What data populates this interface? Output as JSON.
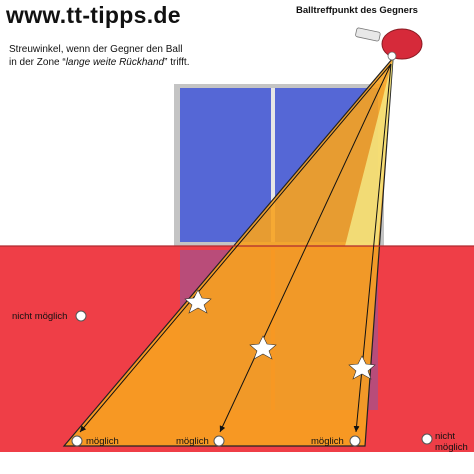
{
  "header": {
    "site": "www.tt-tipps.de",
    "description_line1": "Streuwinkel, wenn der Gegner den Ball",
    "description_line2_pre": "in der Zone “",
    "description_line2_em": "lange weite Rückhand",
    "description_line2_post": "” trifft."
  },
  "hit_point_label": "Balltreffpunkt des Gegners",
  "labels": {
    "left_not_possible": "nicht möglich",
    "possible_1": "möglich",
    "possible_2": "möglich",
    "possible_3": "möglich",
    "right_not_possible_line1": "nicht",
    "right_not_possible_line2": "möglich"
  },
  "colors": {
    "court": "#ef3e47",
    "scatter_zone": "#f7a21f",
    "far_table": "#5567d6",
    "narrow_cone": "#f6f08c",
    "racket": "#d62a3a"
  }
}
